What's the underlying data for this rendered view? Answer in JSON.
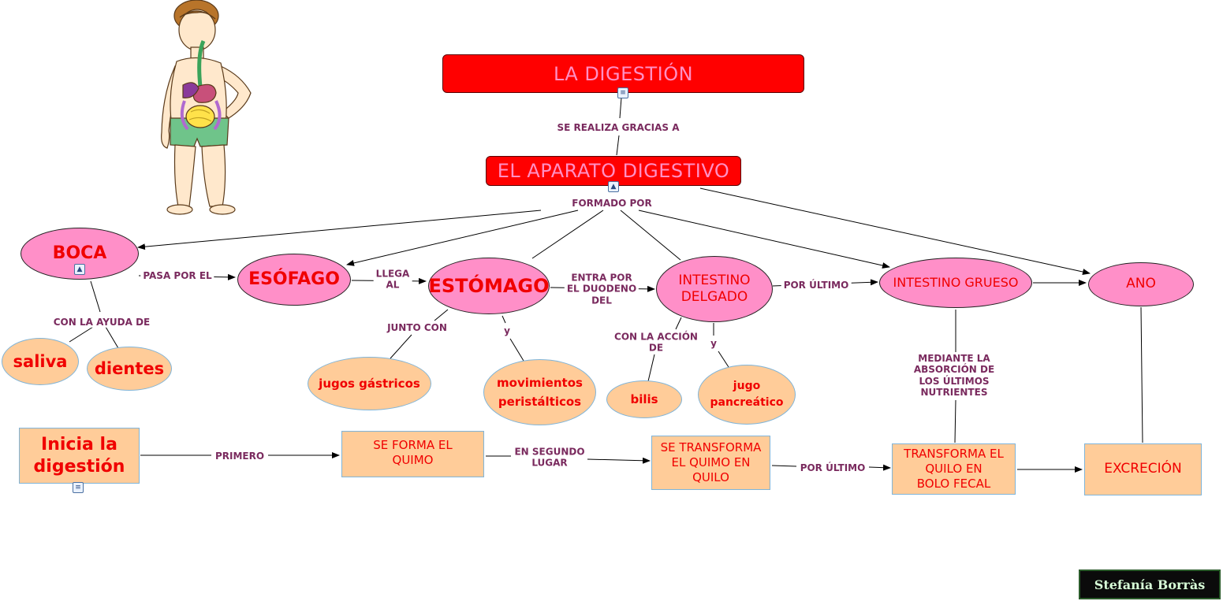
{
  "nodes": {
    "la_digestion": "LA DIGESTIÓN",
    "aparato": "EL APARATO DIGESTIVO",
    "boca": "BOCA",
    "esofago": "ESÓFAGO",
    "estomago": "ESTÓMAGO",
    "intestino_delgado": "INTESTINO\nDELGADO",
    "intestino_grueso": "INTESTINO GRUESO",
    "ano": "ANO",
    "saliva": "saliva",
    "dientes": "dientes",
    "jugos_gastricos": "jugos gástricos",
    "movimientos": "movimientos\nperistálticos",
    "bilis": "bilis",
    "jugo_pancreatico": "jugo\npancreático",
    "inicia": "Inicia la\ndigestión",
    "quimo": "SE FORMA EL\nQUIMO",
    "quilo": "SE TRANSFORMA\nEL QUIMO EN\nQUILO",
    "bolo": "TRANSFORMA EL\nQUILO EN\nBOLO FECAL",
    "excrecion": "EXCRECIÓN"
  },
  "links": {
    "realiza": "SE REALIZA GRACIAS A",
    "formado": "FORMADO POR",
    "pasa": "PASA POR EL",
    "llega": "LLEGA\nAL",
    "entra": "ENTRA POR\nEL DUODENO\nDEL",
    "por_ultimo_1": "POR ÚLTIMO",
    "ayuda": "CON LA AYUDA DE",
    "junto": "JUNTO CON",
    "y1": "y",
    "accion": "CON LA ACCIÓN\nDE",
    "y2": "y",
    "mediante": "MEDIANTE LA\nABSORCIÓN DE\nLOS ÚLTIMOS\nNUTRIENTES",
    "primero": "PRIMERO",
    "segundo": "EN SEGUNDO\nLUGAR",
    "por_ultimo_2": "POR ÚLTIMO"
  },
  "author": "Stefanía Borràs",
  "colors": {
    "title_fill": "#ff0000",
    "title_text": "#ff8fc4",
    "organ_fill": "#ff8fc8",
    "detail_fill": "#ffcc99",
    "node_text": "#f00000",
    "link_text": "#7a2a5e",
    "connector": "#000000"
  },
  "icons": {
    "document": "document-icon",
    "image": "image-icon",
    "illustration": "child-digestive-system-illustration"
  }
}
